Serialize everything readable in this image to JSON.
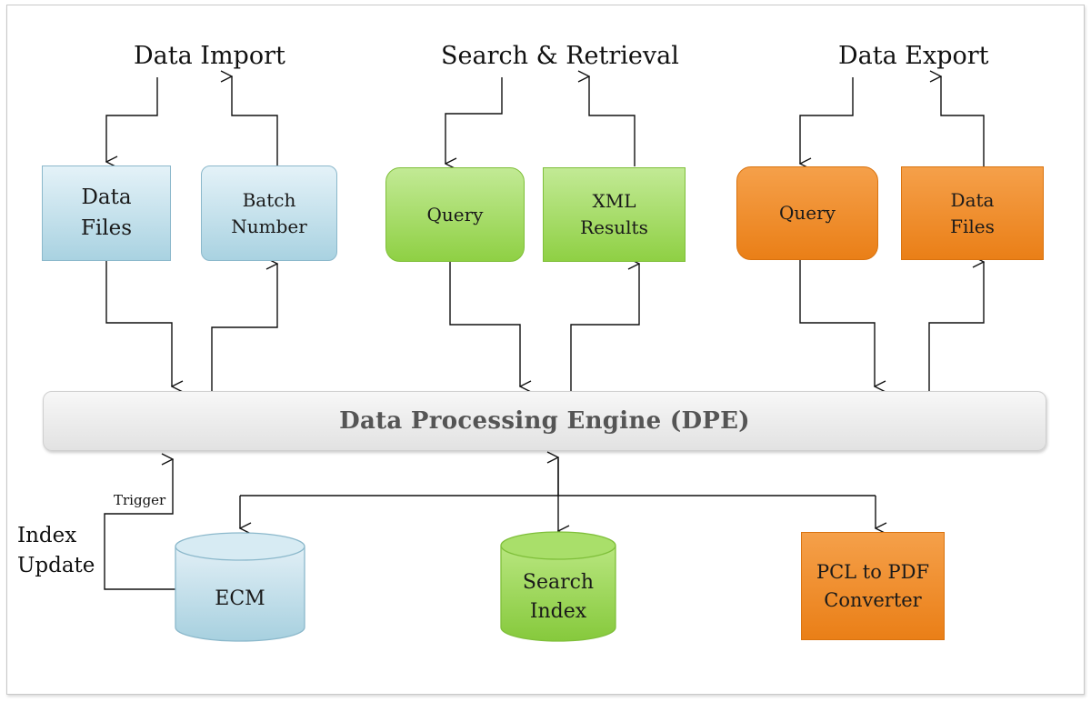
{
  "titles": {
    "data_import": "Data Import",
    "search_retrieval": "Search & Retrieval",
    "data_export": "Data Export"
  },
  "boxes": {
    "data_files_import": "Data\nFiles",
    "batch_number": "Batch\nNumber",
    "query_search": "Query",
    "xml_results": "XML\nResults",
    "query_export": "Query",
    "data_files_export": "Data\nFiles",
    "pcl_to_pdf": "PCL to PDF\nConverter"
  },
  "engine": "Data Processing Engine (DPE)",
  "databases": {
    "ecm": "ECM",
    "search_index": "Search\nIndex"
  },
  "labels": {
    "trigger": "Trigger",
    "index_update": "Index\nUpdate"
  },
  "colors": {
    "blue": "#a9d2e1",
    "green": "#8fd044",
    "orange": "#ea7f17",
    "engine_text": "#555555"
  }
}
